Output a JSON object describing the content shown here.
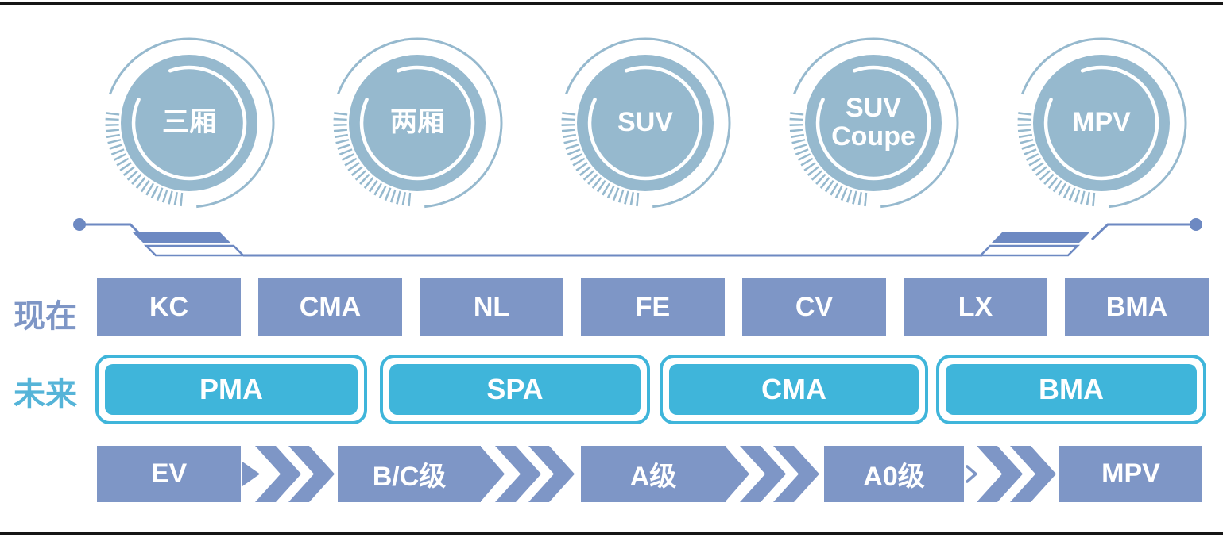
{
  "body_styles": [
    "三厢",
    "两厢",
    "SUV",
    "SUV Coupe",
    "MPV"
  ],
  "present": {
    "label": "现在",
    "items": [
      "KC",
      "CMA",
      "NL",
      "FE",
      "CV",
      "LX",
      "BMA"
    ]
  },
  "future": {
    "label": "未来",
    "items": [
      "PMA",
      "SPA",
      "CMA",
      "BMA"
    ]
  },
  "segments": {
    "items": [
      "EV",
      "B/C级",
      "A级",
      "A0级",
      "MPV"
    ]
  },
  "colors": {
    "steel": "#96b9ce",
    "box": "#7e96c6",
    "line": "#6d89c2",
    "cyan": "#3fb5da",
    "labelcyan": "#55b4d8",
    "frame": "#161616"
  }
}
